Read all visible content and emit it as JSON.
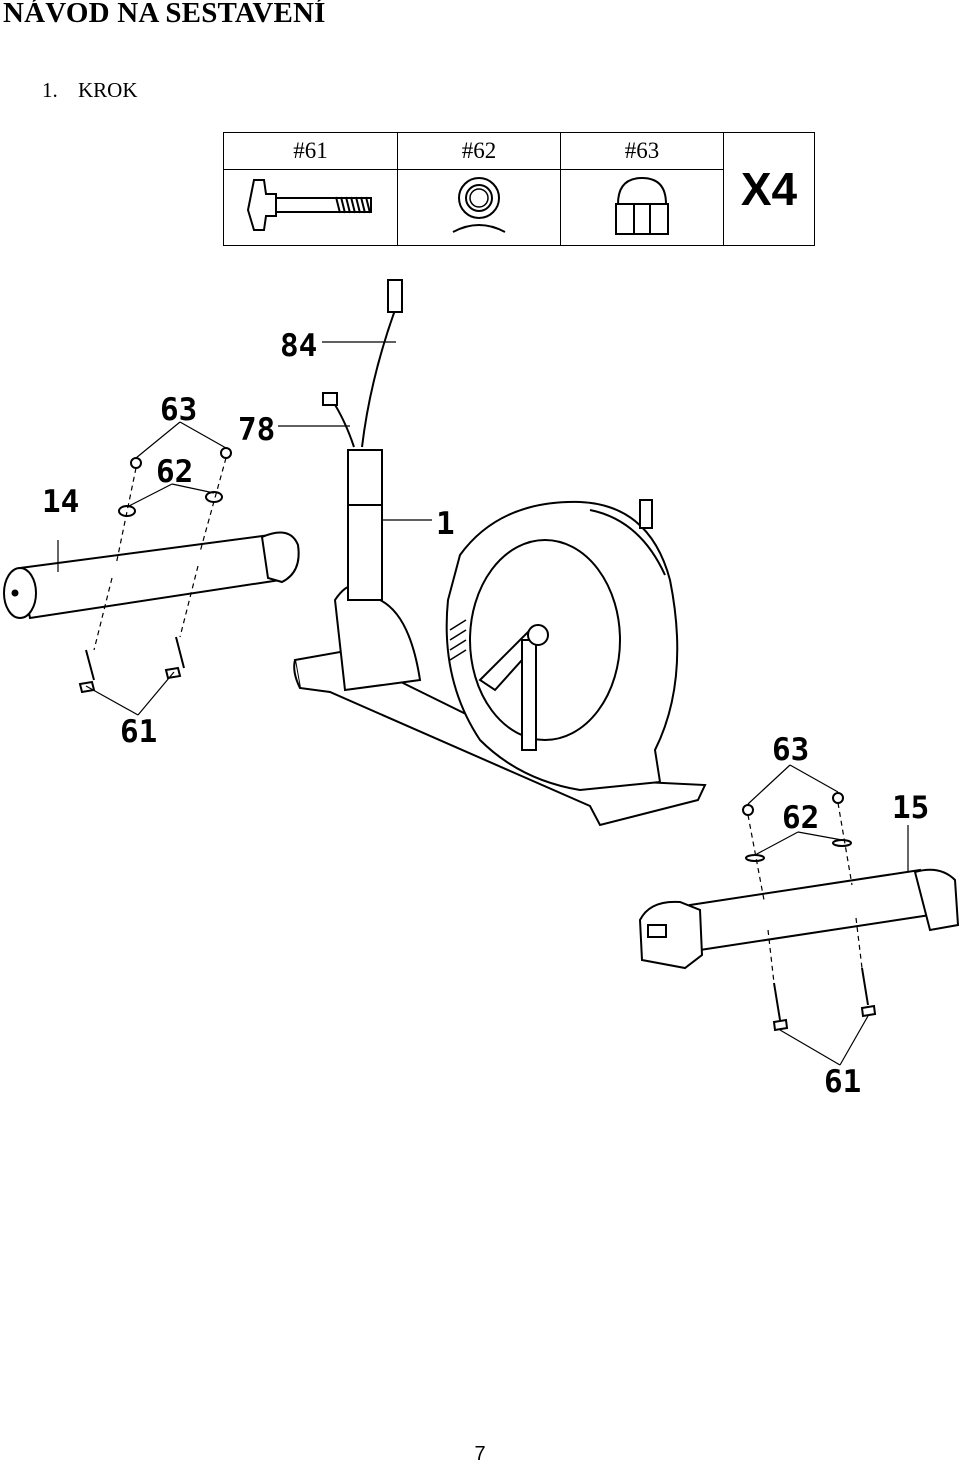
{
  "page_title": "NÁVOD NA SESTAVENÍ",
  "step": {
    "number": "1.",
    "label": "KROK"
  },
  "parts_table": {
    "parts": [
      {
        "code": "#61",
        "icon": "bolt-icon"
      },
      {
        "code": "#62",
        "icon": "washer-icon"
      },
      {
        "code": "#63",
        "icon": "cap-nut-icon"
      }
    ],
    "quantity": "X4"
  },
  "callouts": {
    "cable_top": "84",
    "cable_sensor": "78",
    "main_frame": "1",
    "front_stabilizer": "14",
    "rear_stabilizer": "15",
    "front_cap_nut": "63",
    "front_washer": "62",
    "front_bolt": "61",
    "rear_cap_nut": "63",
    "rear_washer": "62",
    "rear_bolt": "61"
  },
  "page_number": "7"
}
